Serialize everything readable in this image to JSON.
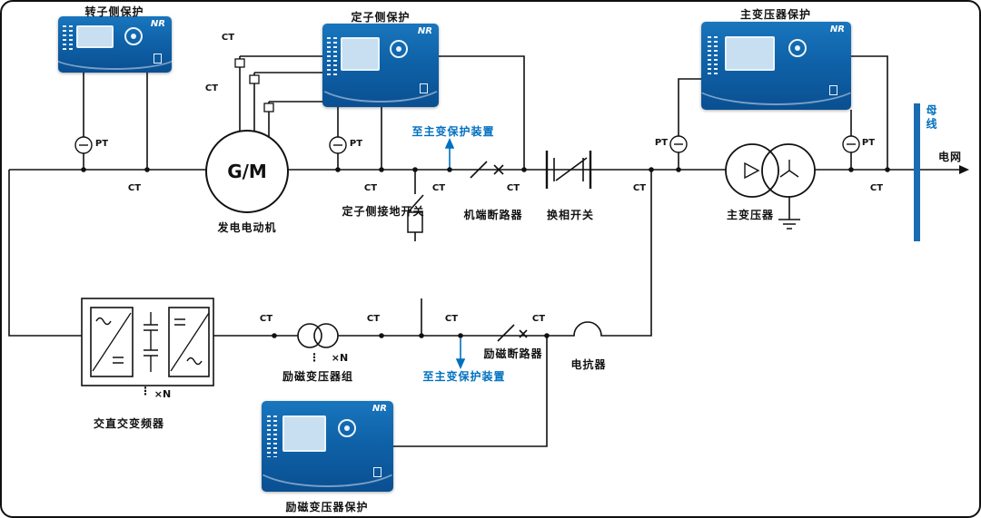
{
  "protection_devices": {
    "rotor": {
      "label": "转子侧保护",
      "brand": "NR"
    },
    "stator": {
      "label": "定子侧保护",
      "brand": "NR"
    },
    "main_transformer": {
      "label": "主变压器保护",
      "brand": "NR"
    },
    "excitation_transformer": {
      "label": "励磁变压器保护",
      "brand": "NR"
    }
  },
  "components": {
    "generator_motor": {
      "symbol": "G/M",
      "label": "发电电动机"
    },
    "stator_earthing_switch": {
      "label": "定子侧接地开关"
    },
    "terminal_breaker": {
      "label": "机端断路器"
    },
    "phase_reversal_switch": {
      "label": "换相开关"
    },
    "main_transformer": {
      "label": "主变压器"
    },
    "busbar": {
      "label": "母线"
    },
    "grid": {
      "label": "电网"
    },
    "converter": {
      "label": "交直交变频器",
      "multiplier": "×N"
    },
    "excitation_transformer_group": {
      "label": "励磁变压器组",
      "multiplier": "×N"
    },
    "excitation_breaker": {
      "label": "励磁断路器"
    },
    "reactor": {
      "label": "电抗器"
    }
  },
  "annotations": {
    "to_main_transformer_protection": "至主变保护装置",
    "ct": "CT",
    "pt": "PT",
    "ellipsis": "⋮"
  },
  "colors": {
    "relay_blue": "#0f62a8",
    "accent_blue": "#0070c0",
    "busbar_blue": "#1a6cb2",
    "line": "#111111"
  }
}
